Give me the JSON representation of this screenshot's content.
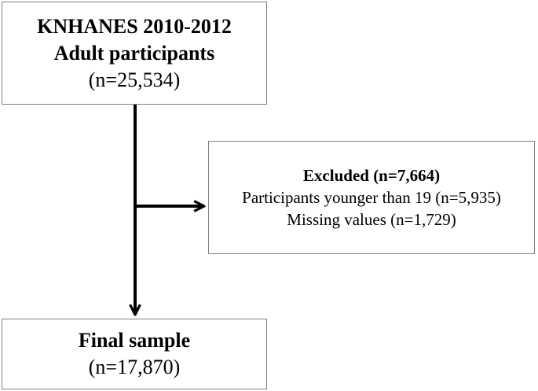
{
  "top_box": {
    "line1": "KNHANES 2010-2012",
    "line2": "Adult  participants",
    "line3": "(n=25,534)"
  },
  "excluded_box": {
    "line1": "Excluded (n=7,664)",
    "line2": "Participants younger than 19 (n=5,935)",
    "line3": "Missing  values (n=1,729)"
  },
  "final_box": {
    "line1": "Final sample",
    "line2": "(n=17,870)"
  },
  "colors": {
    "box_border": "#7f7f7f",
    "arrow": "#000000"
  }
}
